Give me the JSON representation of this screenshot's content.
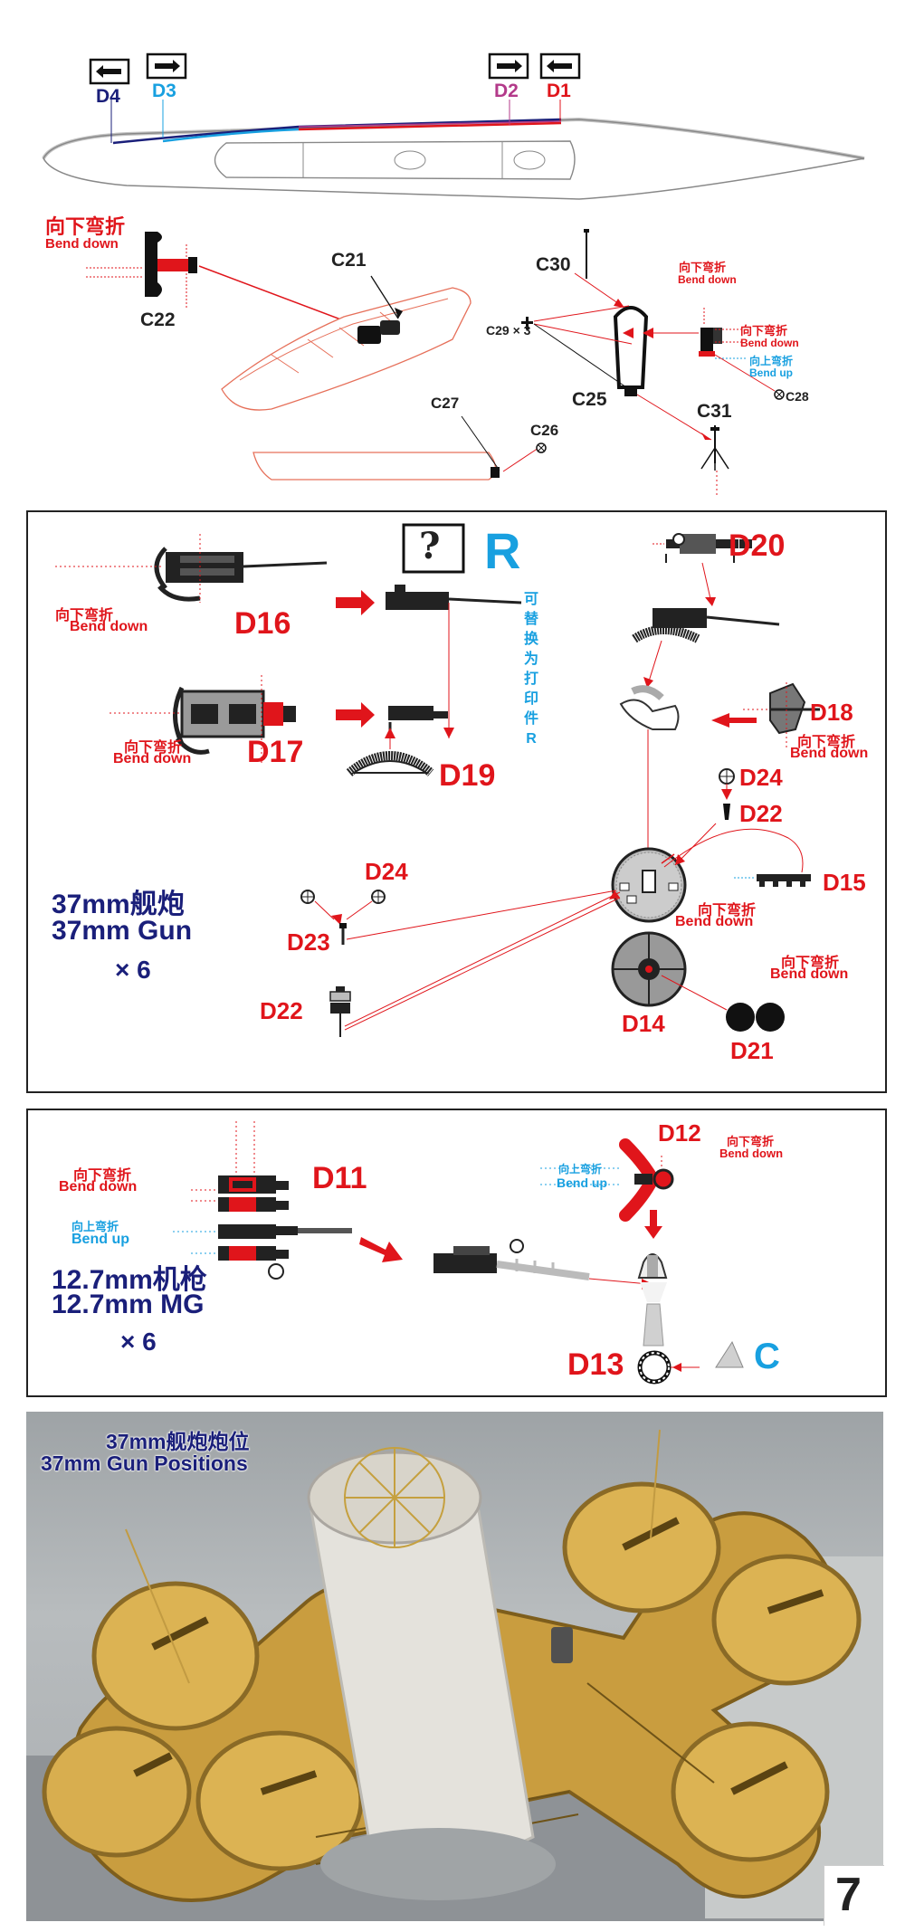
{
  "hull": {
    "tags": [
      {
        "id": "D4",
        "color": "#1a1f7a"
      },
      {
        "id": "D3",
        "color": "#18a0e0"
      },
      {
        "id": "D2",
        "color": "#b33a8a"
      },
      {
        "id": "D1",
        "color": "#e0151b"
      }
    ]
  },
  "boat_section": {
    "bend_down_cn": "向下弯折",
    "bend_down_en": "Bend down",
    "bend_up_cn": "向上弯折",
    "bend_up_en": "Bend up",
    "labels": {
      "c21": "C21",
      "c22": "C22",
      "c25": "C25",
      "c26": "C26",
      "c27": "C27",
      "c28": "C28",
      "c29": "C29 × 3",
      "c30": "C30",
      "c31": "C31"
    }
  },
  "gun_panel": {
    "question_mark": "?",
    "resin_letter": "R",
    "alt_text_chars": [
      "可",
      "替",
      "换",
      "为",
      "打",
      "印",
      "件",
      "R"
    ],
    "title_cn": "37mm舰炮",
    "title_en": "37mm Gun",
    "quantity": "× 6",
    "labels": {
      "d14": "D14",
      "d15": "D15",
      "d16": "D16",
      "d17": "D17",
      "d18": "D18",
      "d19": "D19",
      "d20": "D20",
      "d21": "D21",
      "d22a": "D22",
      "d22b": "D22",
      "d23": "D23",
      "d24a": "D24",
      "d24b": "D24"
    }
  },
  "mg_panel": {
    "title_cn": "12.7mm机枪",
    "title_en": "12.7mm MG",
    "quantity": "× 6",
    "labels": {
      "d11": "D11",
      "d12": "D12",
      "d13": "D13",
      "c": "C"
    }
  },
  "photo": {
    "caption_cn": "37mm舰炮炮位",
    "caption_en": "37mm Gun Positions",
    "page_number": "7"
  },
  "colors": {
    "red": "#e0151b",
    "blue": "#18a0e0",
    "navy": "#1a1f7a",
    "magenta": "#b33a8a",
    "brass": "#c9a24a",
    "grey": "#d4d4d4"
  }
}
